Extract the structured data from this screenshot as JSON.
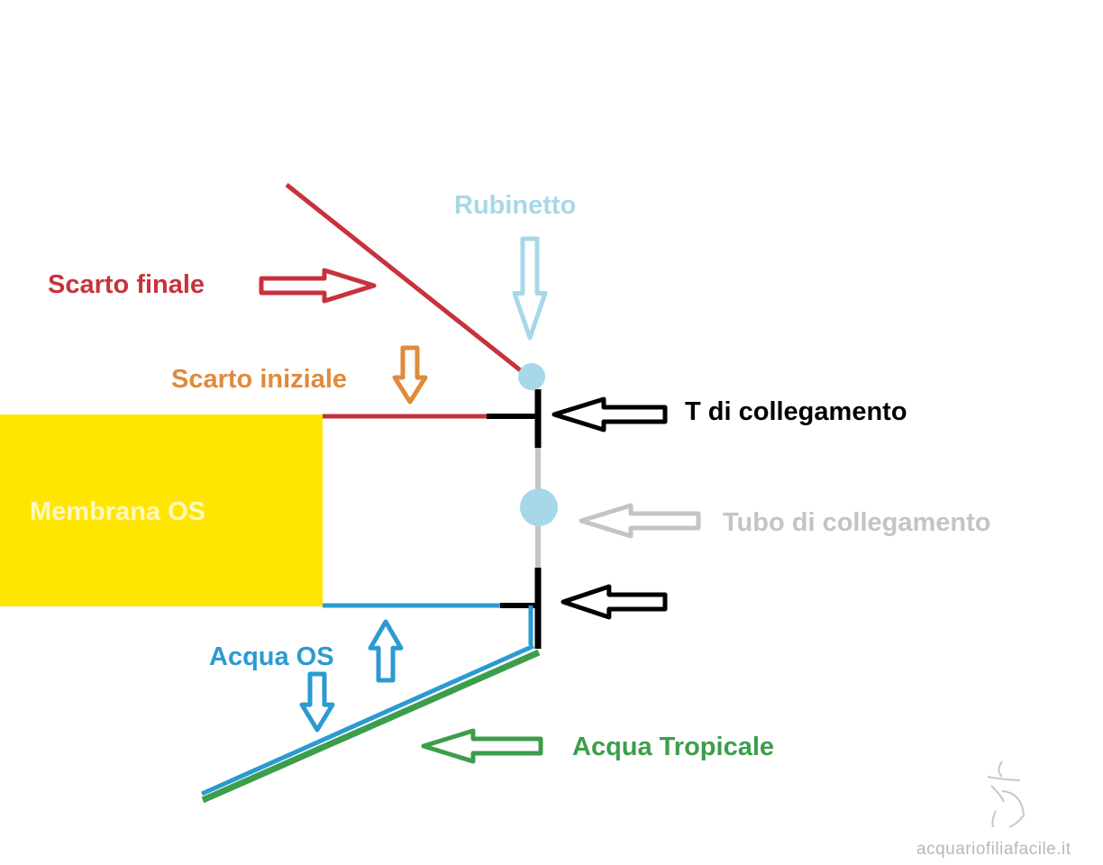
{
  "labels": {
    "scarto_finale": "Scarto finale",
    "rubinetto": "Rubinetto",
    "scarto_iniziale": "Scarto iniziale",
    "t_collegamento": "T di collegamento",
    "membrana": "Membrana OS",
    "tubo_collegamento": "Tubo di collegamento",
    "acqua_os": "Acqua OS",
    "acqua_tropicale": "Acqua Tropicale"
  },
  "watermark": "acquariofiliafacile.it",
  "colors": {
    "red": "#c8323c",
    "lightblue": "#a6d8e8",
    "orange": "#e08a3c",
    "black": "#000000",
    "gray": "#c4c4c4",
    "blue": "#2a9bd0",
    "green": "#3c9e4c",
    "yellow": "#ffe600"
  }
}
